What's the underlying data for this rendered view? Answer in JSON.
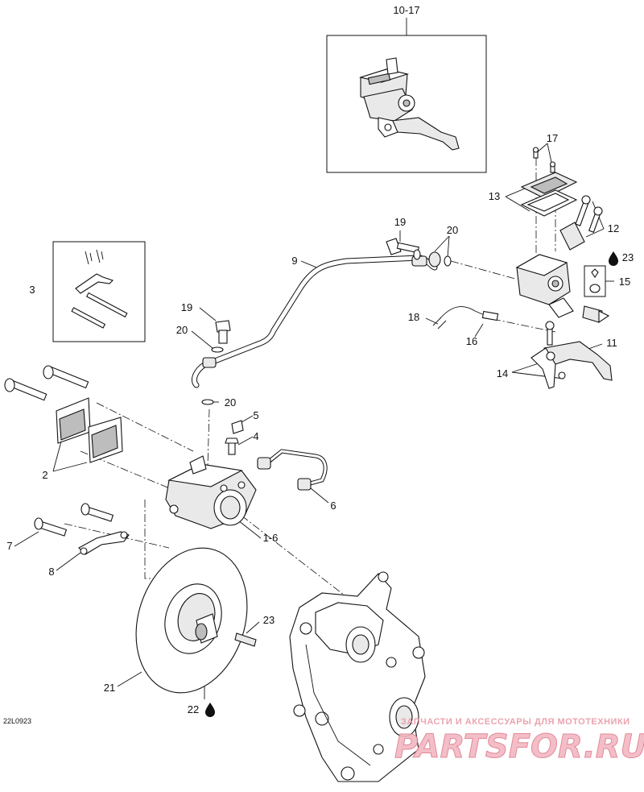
{
  "diagram": {
    "code": "22L0923",
    "callouts": [
      {
        "id": "c10-17",
        "text": "10-17"
      },
      {
        "id": "c17",
        "text": "17"
      },
      {
        "id": "c13",
        "text": "13"
      },
      {
        "id": "c12",
        "text": "12"
      },
      {
        "id": "c19a",
        "text": "19"
      },
      {
        "id": "c20a",
        "text": "20"
      },
      {
        "id": "c9",
        "text": "9"
      },
      {
        "id": "c23a",
        "text": "23"
      },
      {
        "id": "c15",
        "text": "15"
      },
      {
        "id": "c3",
        "text": "3"
      },
      {
        "id": "c18",
        "text": "18"
      },
      {
        "id": "c16",
        "text": "16"
      },
      {
        "id": "c11",
        "text": "11"
      },
      {
        "id": "c14",
        "text": "14"
      },
      {
        "id": "c19b",
        "text": "19"
      },
      {
        "id": "c20b",
        "text": "20"
      },
      {
        "id": "c20c",
        "text": "20"
      },
      {
        "id": "c5",
        "text": "5"
      },
      {
        "id": "c4",
        "text": "4"
      },
      {
        "id": "c2",
        "text": "2"
      },
      {
        "id": "c6",
        "text": "6"
      },
      {
        "id": "c1-6",
        "text": "1-6"
      },
      {
        "id": "c7",
        "text": "7"
      },
      {
        "id": "c8",
        "text": "8"
      },
      {
        "id": "c23b",
        "text": "23"
      },
      {
        "id": "c21",
        "text": "21"
      },
      {
        "id": "c22",
        "text": "22"
      }
    ]
  },
  "watermark": {
    "tagline": "ЗАПЧАСТИ И АКСЕССУАРЫ ДЛЯ МОТОТЕХНИКИ",
    "brand": "PARTSFOR.RU"
  },
  "icons": {
    "oil_drop": "oil-drop-icon",
    "grease": "grease-icon"
  }
}
